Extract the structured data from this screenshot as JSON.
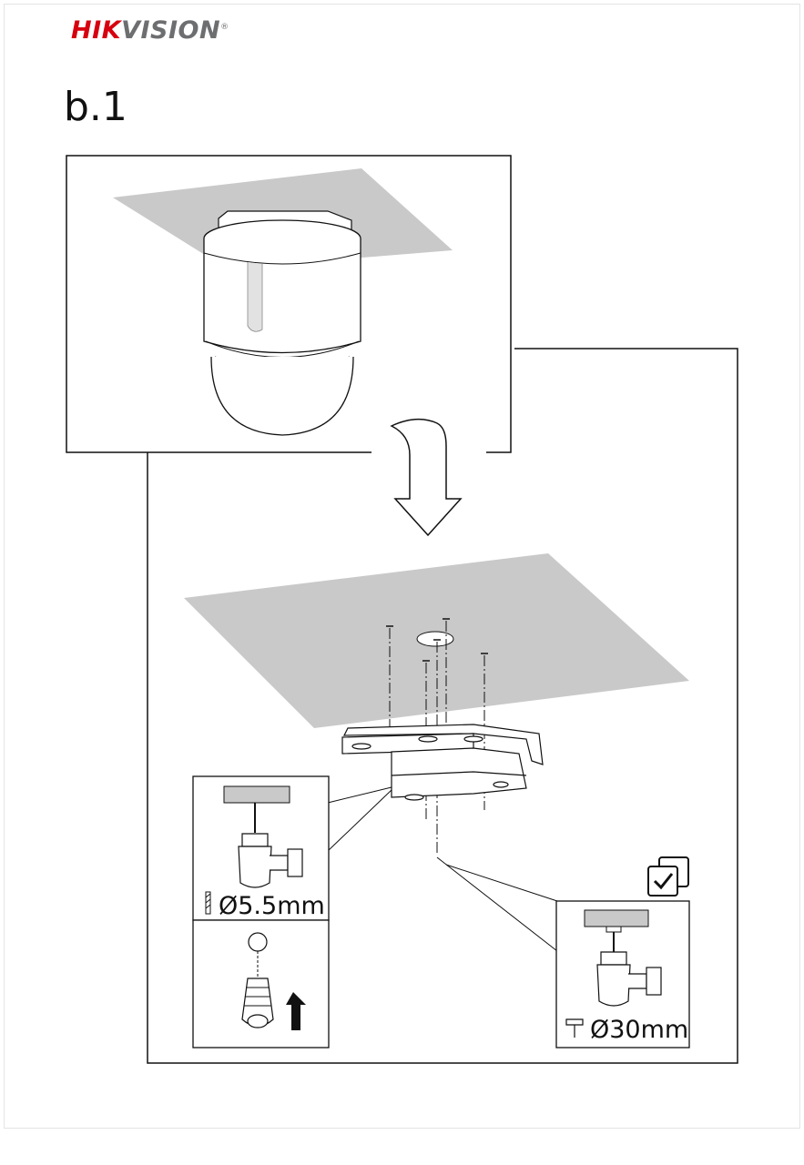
{
  "header": {
    "brand_red": "HIK",
    "brand_gray": "VISION",
    "brand_mark": "®"
  },
  "step_label": "b.1",
  "callouts": {
    "screw_hole": "Ø5.5mm",
    "cable_hole": "Ø30mm"
  },
  "icons": [
    "drill-bit-icon",
    "hole-saw-icon",
    "checked-boxes-icon",
    "arrow-down-icon",
    "arrow-up-icon"
  ],
  "colors": {
    "brand_red": "#d7000f",
    "brand_gray": "#6d6e70",
    "ceiling": "#c9c9c9",
    "line": "#111111"
  }
}
